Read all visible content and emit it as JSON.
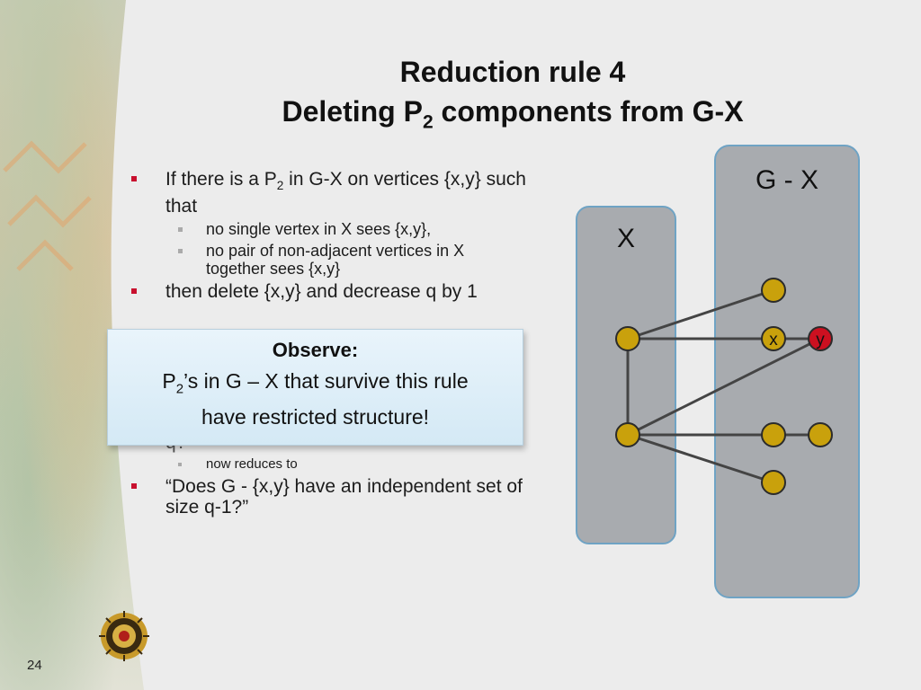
{
  "slide": {
    "title_line1": "Reduction rule 4",
    "title_line2_pre": "Deleting P",
    "title_line2_sub": "2",
    "title_line2_post": " components from G-X",
    "number": "24"
  },
  "bullets": {
    "b1_pre": "If there is a P",
    "b1_sub": "2",
    "b1_post": " in G-X on vertices {x,y} such that",
    "b1_sub1": "no single vertex in X sees {x,y},",
    "b1_sub2": "no pair of non-adjacent vertices in X together sees {x,y}",
    "b2": "then delete {x,y} and decrease q by 1",
    "b3_partial": "“Does G have an independent set of size q?”",
    "b3_sub1": "now reduces to",
    "b4": "“Does G - {x,y} have an independent set of size q-1?”"
  },
  "observe": {
    "heading": "Observe:",
    "line1_pre": "P",
    "line1_sub": "2",
    "line1_post": "’s in G – X that survive this rule",
    "line2": "have restricted structure!"
  },
  "graph": {
    "label_x": "X",
    "label_gx": "G - X",
    "vertex_x": "x",
    "vertex_y": "y",
    "colors": {
      "panel": "#a8abaf",
      "panel_border": "#6fa3c4",
      "vertex": "#c9a10c",
      "vertex_highlight": "#cc1020"
    }
  }
}
